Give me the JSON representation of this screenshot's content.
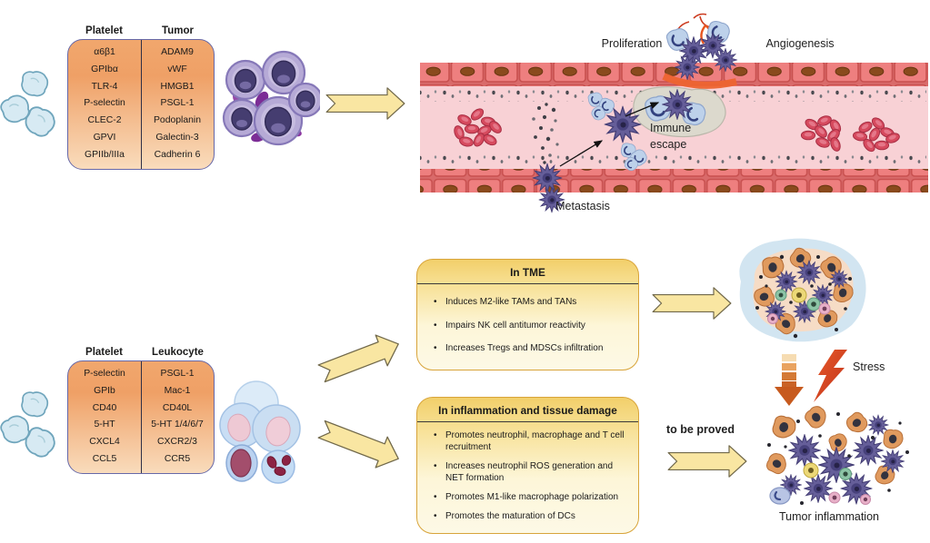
{
  "bullet_char": "•",
  "top": {
    "table": {
      "headers": [
        "Platelet",
        "Tumor"
      ],
      "rows": [
        [
          "α6β1",
          "ADAM9"
        ],
        [
          "GPIbα",
          "vWF"
        ],
        [
          "TLR-4",
          "HMGB1"
        ],
        [
          "P-selectin",
          "PSGL-1"
        ],
        [
          "CLEC-2",
          "Podoplanin"
        ],
        [
          "GPVI",
          "Galectin-3"
        ],
        [
          "GPIIb/IIIa",
          "Cadherin 6"
        ]
      ]
    },
    "labels": {
      "proliferation": "Proliferation",
      "angiogenesis": "Angiogenesis",
      "immune_escape": "Immune escape",
      "metastasis": "Metastasis"
    }
  },
  "bottom": {
    "table": {
      "headers": [
        "Platelet",
        "Leukocyte"
      ],
      "rows": [
        [
          "P-selectin",
          "PSGL-1"
        ],
        [
          "GPIb",
          "Mac-1"
        ],
        [
          "CD40",
          "CD40L"
        ],
        [
          "5-HT",
          "5-HT 1/4/6/7"
        ],
        [
          "CXCL4",
          "CXCR2/3"
        ],
        [
          "CCL5",
          "CCR5"
        ]
      ]
    },
    "tme_box": {
      "title": "In TME",
      "bullets": [
        "Induces M2-like TAMs and TANs",
        "Impairs NK cell antitumor reactivity",
        "Increases Tregs and MDSCs infiltration"
      ]
    },
    "inflammation_box": {
      "title": "In inflammation and tissue damage",
      "bullets": [
        "Promotes neutrophil, macrophage and T cell recruitment",
        "Increases neutrophil ROS generation and NET formation",
        "Promotes M1-like macrophage polarization",
        "Promotes the maturation of DCs"
      ]
    },
    "labels": {
      "to_be_proved": "to be proved",
      "stress": "Stress",
      "tumor_inflammation": "Tumor inflammation"
    }
  },
  "colors": {
    "table_orange_top": "#efa066",
    "table_orange_bottom": "#f9dcbc",
    "table_border": "#6668a8",
    "box_yellow_top": "#f2cf6a",
    "box_yellow_bottom": "#fdf9e6",
    "box_border": "#d8a43a",
    "arrow_yellow": "#f9e6a2",
    "vessel_lumen": "#f8d1d5",
    "vessel_wall": "#ee7f7f",
    "stress_red": "#d8451f",
    "tumor_purple": "#b6aad6",
    "platelet_blue": "#d7eaf3"
  }
}
